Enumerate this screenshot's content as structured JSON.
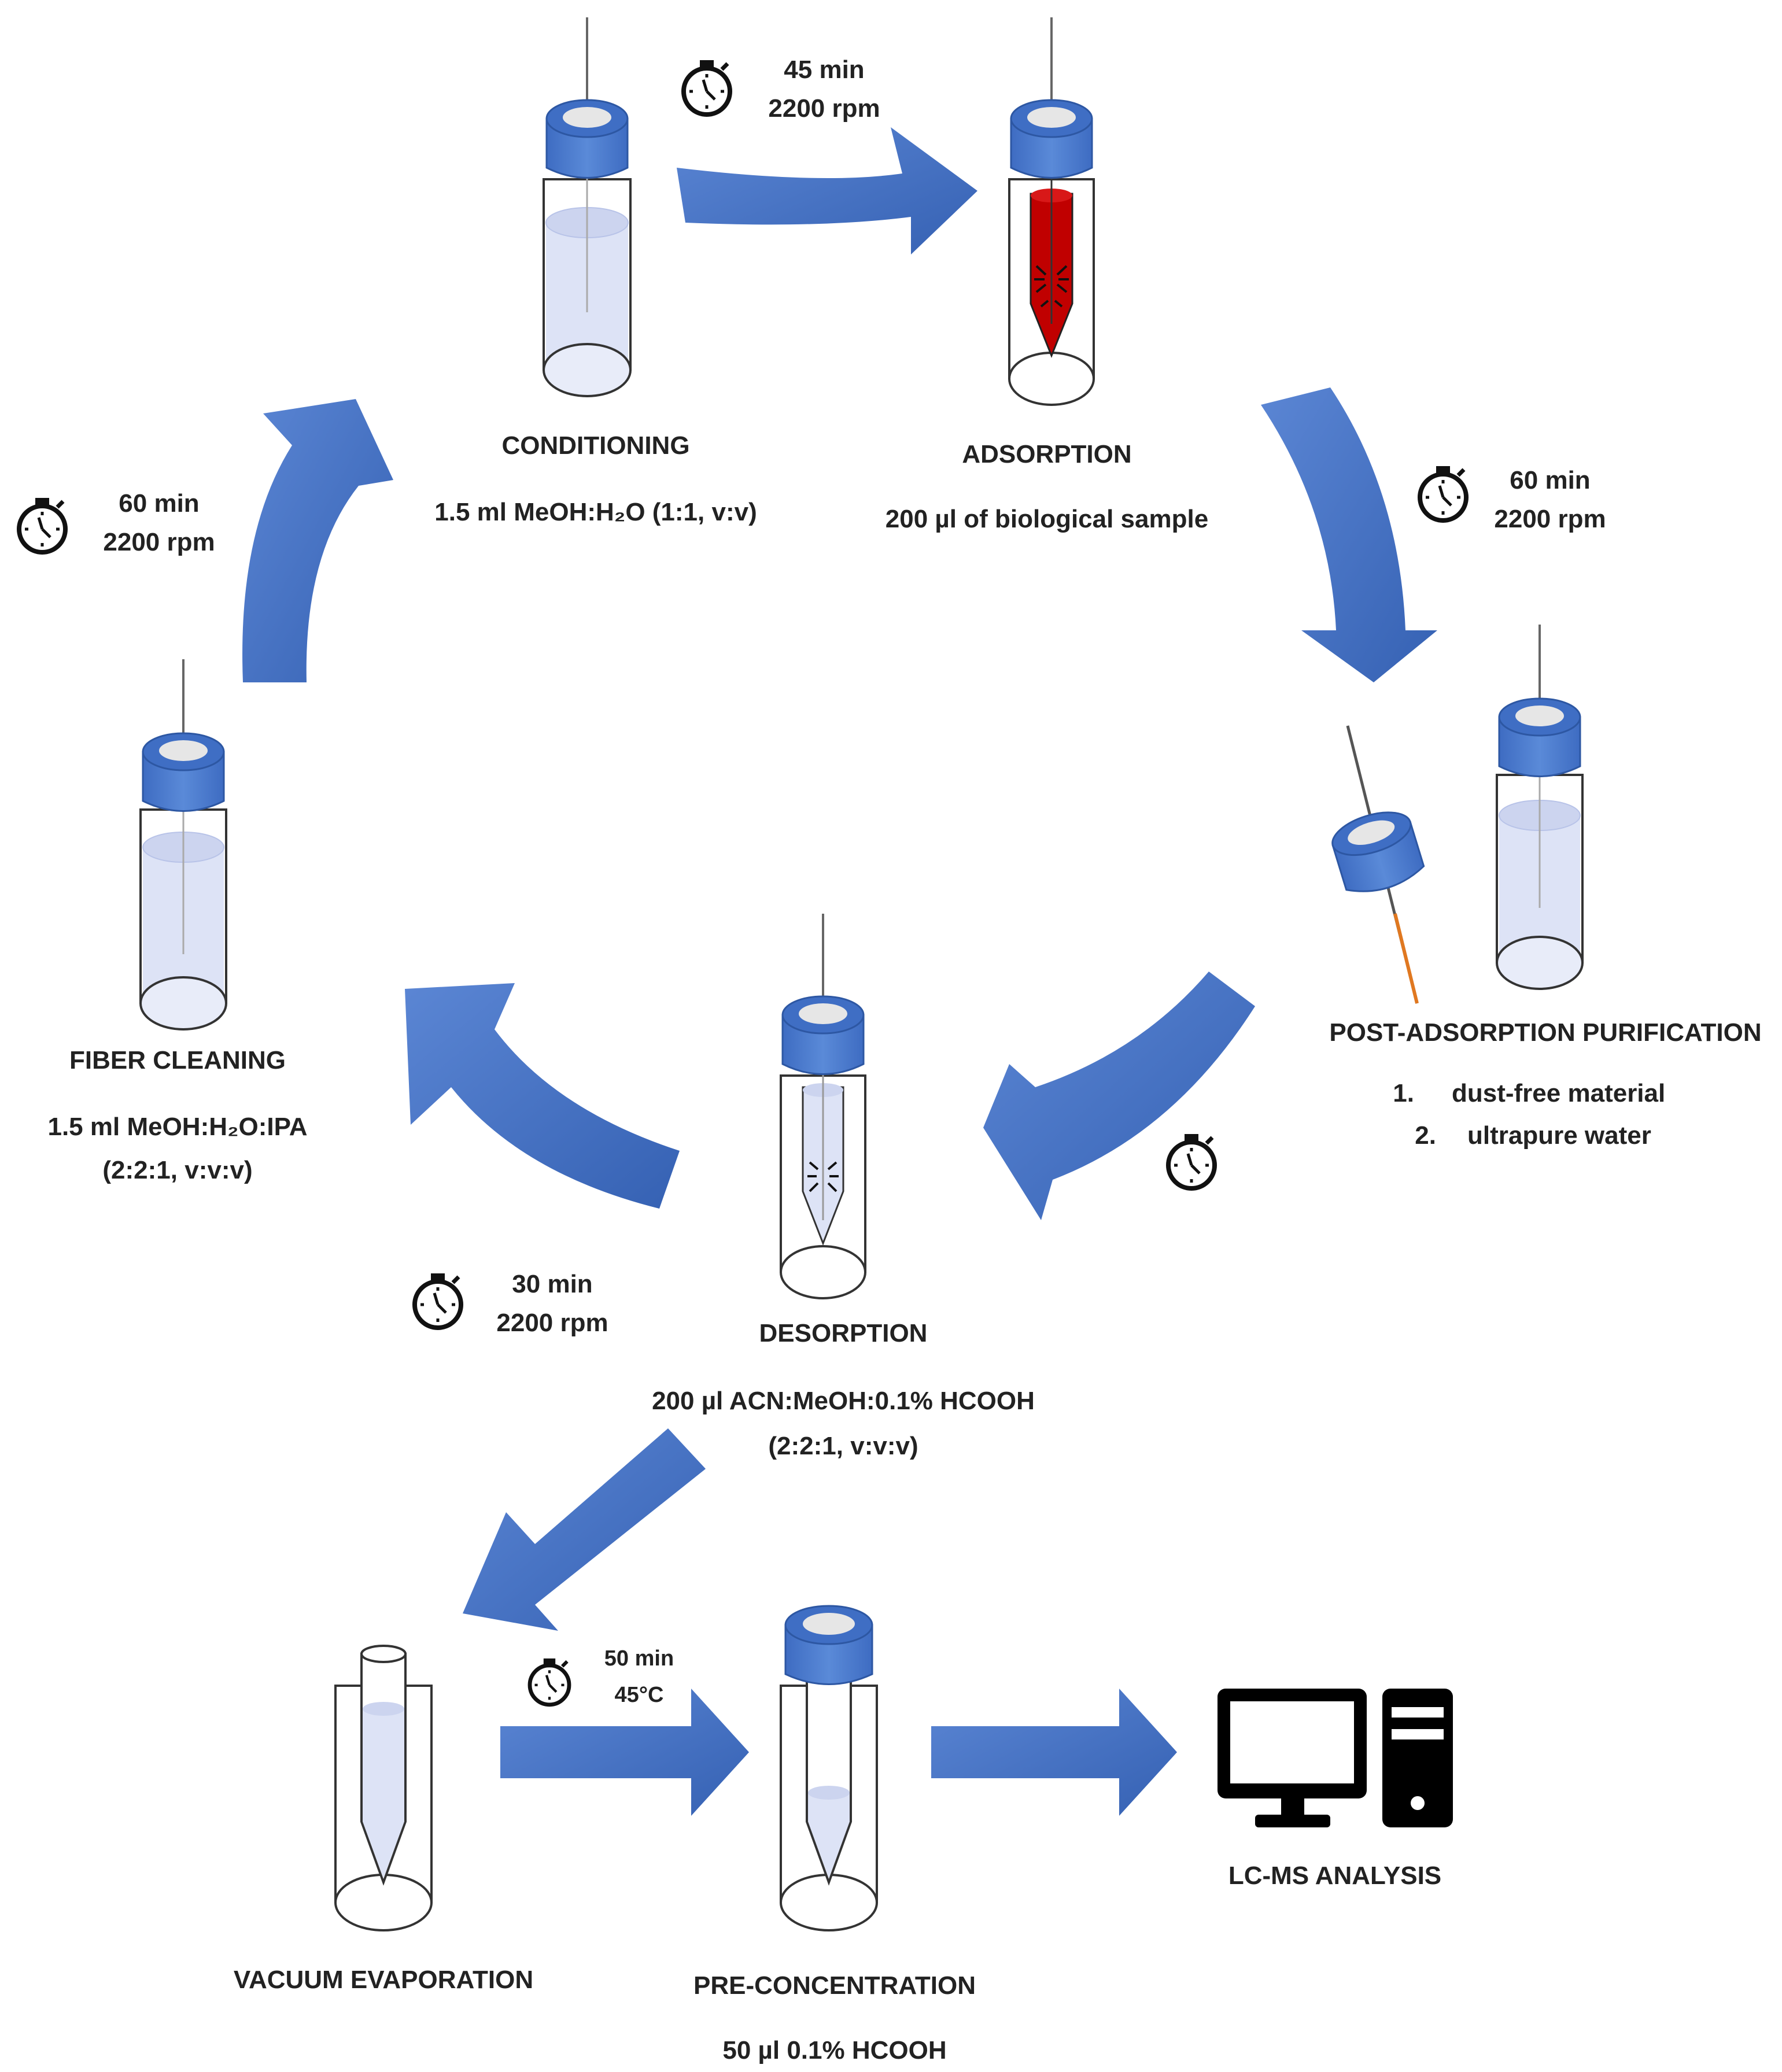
{
  "colors": {
    "arrow_fill": "#4472c4",
    "cap": "#4a7bd0",
    "liquid": "#dde3f6",
    "sample": "#c00000",
    "fiber_coating": "#e07820",
    "text": "#222222"
  },
  "timers": [
    {
      "id": "t1",
      "icon": "stopwatch-icon",
      "line1": "45 min",
      "line2": "2200 rpm"
    },
    {
      "id": "t2",
      "icon": "stopwatch-icon",
      "line1": "60 min",
      "line2": "2200 rpm"
    },
    {
      "id": "t3",
      "icon": "stopwatch-icon",
      "line1": "60 min",
      "line2": "2200 rpm"
    },
    {
      "id": "t4",
      "icon": "stopwatch-icon",
      "line1": "30 min",
      "line2": "2200 rpm"
    },
    {
      "id": "t5",
      "icon": "stopwatch-icon",
      "line1": "50 min",
      "line2": "45°C"
    },
    {
      "id": "t6",
      "icon": "stopwatch-icon"
    }
  ],
  "steps": {
    "conditioning": {
      "title": "CONDITIONING",
      "desc": "1.5 ml MeOH:H₂O (1:1, v:v)"
    },
    "adsorption": {
      "title": "ADSORPTION",
      "desc": "200 µl of biological sample"
    },
    "post_adsorption": {
      "title": "POST-ADSORPTION PURIFICATION",
      "items": [
        {
          "num": "1.",
          "text": "dust-free material"
        },
        {
          "num": "2.",
          "text": "ultrapure water"
        }
      ]
    },
    "desorption": {
      "title": "DESORPTION",
      "desc1": "200 µl ACN:MeOH:0.1% HCOOH",
      "desc2": "(2:2:1, v:v:v)"
    },
    "fiber_cleaning": {
      "title": "FIBER CLEANING",
      "desc1": "1.5 ml MeOH:H₂O:IPA",
      "desc2": "(2:2:1, v:v:v)"
    },
    "vacuum_evaporation": {
      "title": "VACUUM EVAPORATION"
    },
    "pre_concentration": {
      "title": "PRE-CONCENTRATION",
      "desc": "50 µl 0.1% HCOOH"
    },
    "lcms": {
      "title": "LC-MS ANALYSIS",
      "icon": "computer-icon"
    }
  }
}
